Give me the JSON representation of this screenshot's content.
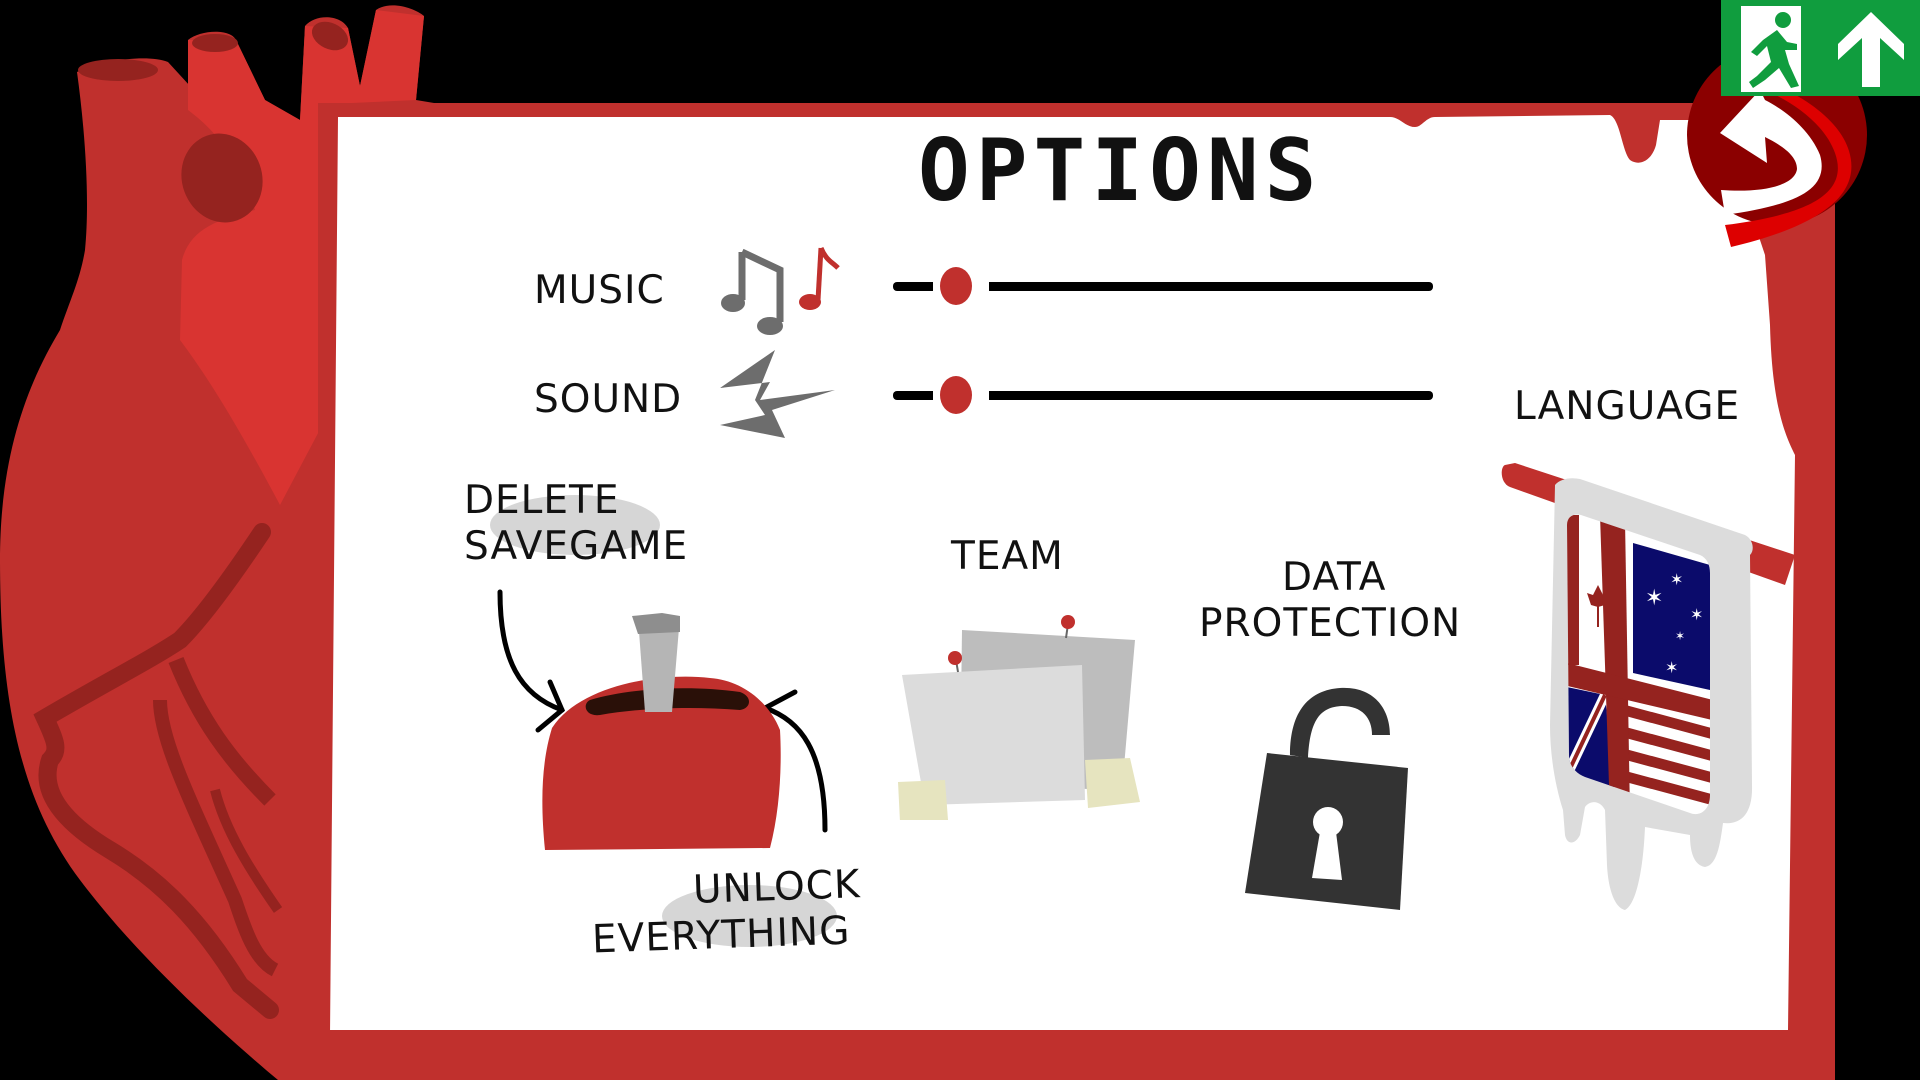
{
  "screen": {
    "title": "OPTIONS",
    "colors": {
      "background": "#000000",
      "frame_red": "#c0302d",
      "heart_bright": "#d93431",
      "heart_dark": "#95231f",
      "panel": "#ffffff",
      "back_circle": "#8b0000",
      "back_arrow_edge": "#dd0000",
      "exit_green": "#109d3e",
      "lock": "#333333",
      "paper_light": "#dcdcdc",
      "paper_dark": "#bdbdbd",
      "tape": "#e6e4bf"
    }
  },
  "exit_sign": {
    "icon_person": "running-man-exit-icon",
    "icon_arrow": "arrow-up-icon"
  },
  "back_button": {
    "icon": "curved-back-arrow-icon"
  },
  "audio": {
    "music": {
      "label": "MUSIC",
      "icon": "music-notes-icon",
      "value_percent": 12
    },
    "sound": {
      "label": "SOUND",
      "icon": "sound-burst-icon",
      "value_percent": 12
    }
  },
  "options": {
    "delete_savegame": {
      "line1": "DELETE",
      "line2": "SAVEGAME"
    },
    "unlock_everything": {
      "line1": "UNLOCK",
      "line2": "EVERYTHING"
    },
    "toaster_icon": "toaster-icon",
    "team": {
      "label": "TEAM",
      "icon": "pinned-notes-icon"
    },
    "data_protection": {
      "line1": "DATA",
      "line2": "PROTECTION",
      "icon": "open-padlock-icon"
    },
    "language": {
      "label": "LANGUAGE",
      "icon": "flags-banner-icon"
    }
  }
}
